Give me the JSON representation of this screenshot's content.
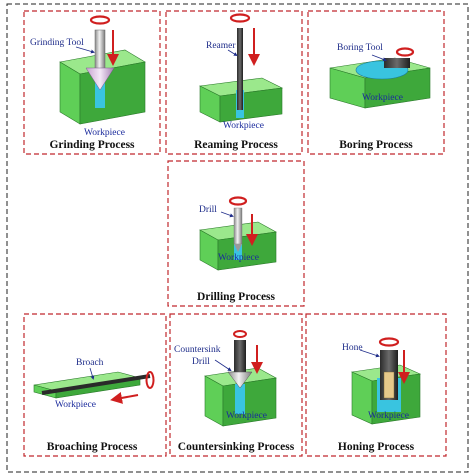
{
  "panels": {
    "grinding": {
      "caption": "Grinding Process",
      "tool_label": "Grinding Tool",
      "workpiece_label": "Workpiece"
    },
    "reaming": {
      "caption": "Reaming Process",
      "tool_label": "Reamer",
      "workpiece_label": "Workpiece"
    },
    "boring": {
      "caption": "Boring Process",
      "tool_label": "Boring Tool",
      "workpiece_label": "Workpiece"
    },
    "drilling": {
      "caption": "Drilling Process",
      "tool_label": "Drill",
      "workpiece_label": "Workpiece"
    },
    "broaching": {
      "caption": "Broaching Process",
      "tool_label": "Broach",
      "workpiece_label": "Workpiece"
    },
    "countersinking": {
      "caption": "Countersinking Process",
      "tool_label_1": "Countersink",
      "tool_label_2": "Drill",
      "workpiece_label": "Workpiece"
    },
    "honing": {
      "caption": "Honing Process",
      "tool_label": "Hone",
      "workpiece_label": "Workpiece"
    }
  },
  "colors": {
    "panel_border": "#c0282d",
    "outer_border": "#222222",
    "workpiece_top": "#9be88c",
    "workpiece_front": "#5fcf57",
    "workpiece_side": "#3ea83b",
    "hole": "#39c4e0",
    "motion_arrow": "#d01f1f",
    "label_text": "#1f2d8a"
  }
}
